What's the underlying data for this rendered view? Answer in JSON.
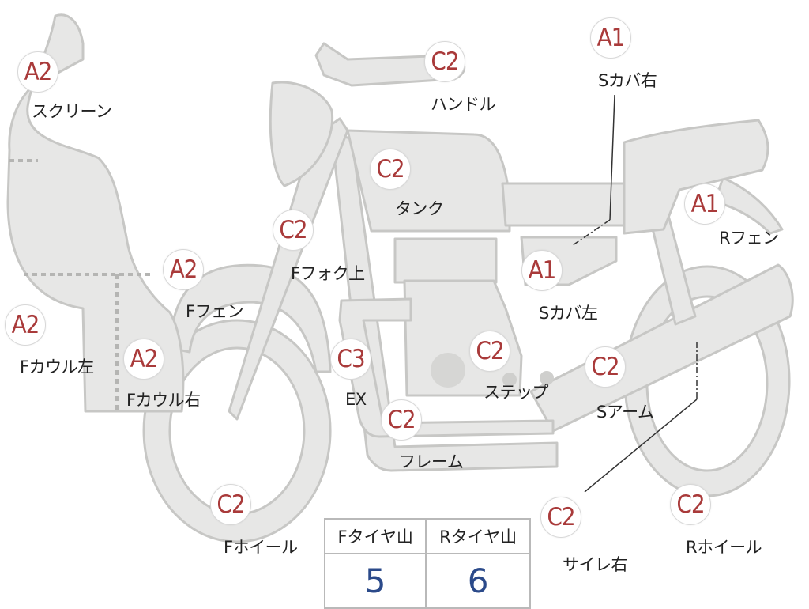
{
  "colors": {
    "part_fill": "#e7e7e6",
    "part_stroke": "#c7c7c5",
    "grade_text": "#a93a3a",
    "tire_value": "#2b4a8a"
  },
  "parts": [
    {
      "id": "screen",
      "grade": "A2",
      "label": "スクリーン"
    },
    {
      "id": "f-cowl-left",
      "grade": "A2",
      "label": "Fカウル左"
    },
    {
      "id": "f-cowl-right",
      "grade": "A2",
      "label": "Fカウル右"
    },
    {
      "id": "f-fender",
      "grade": "A2",
      "label": "Fフェン"
    },
    {
      "id": "f-fork-upper",
      "grade": "C2",
      "label": "Fフォク上"
    },
    {
      "id": "handle",
      "grade": "C2",
      "label": "ハンドル"
    },
    {
      "id": "tank",
      "grade": "C2",
      "label": "タンク"
    },
    {
      "id": "s-cover-right",
      "grade": "A1",
      "label": "Sカバ右"
    },
    {
      "id": "r-fender",
      "grade": "A1",
      "label": "Rフェン"
    },
    {
      "id": "s-cover-left",
      "grade": "A1",
      "label": "Sカバ左"
    },
    {
      "id": "exhaust",
      "grade": "C3",
      "label": "EX"
    },
    {
      "id": "step",
      "grade": "C2",
      "label": "ステップ"
    },
    {
      "id": "s-arm",
      "grade": "C2",
      "label": "Sアーム"
    },
    {
      "id": "frame",
      "grade": "C2",
      "label": "フレーム"
    },
    {
      "id": "f-wheel",
      "grade": "C2",
      "label": "Fホイール"
    },
    {
      "id": "r-wheel",
      "grade": "C2",
      "label": "Rホイール"
    },
    {
      "id": "muffler-right",
      "grade": "C2",
      "label": "サイレ右"
    }
  ],
  "tire_table": {
    "headers": [
      "Fタイヤ山",
      "Rタイヤ山"
    ],
    "values": [
      "5",
      "6"
    ]
  }
}
